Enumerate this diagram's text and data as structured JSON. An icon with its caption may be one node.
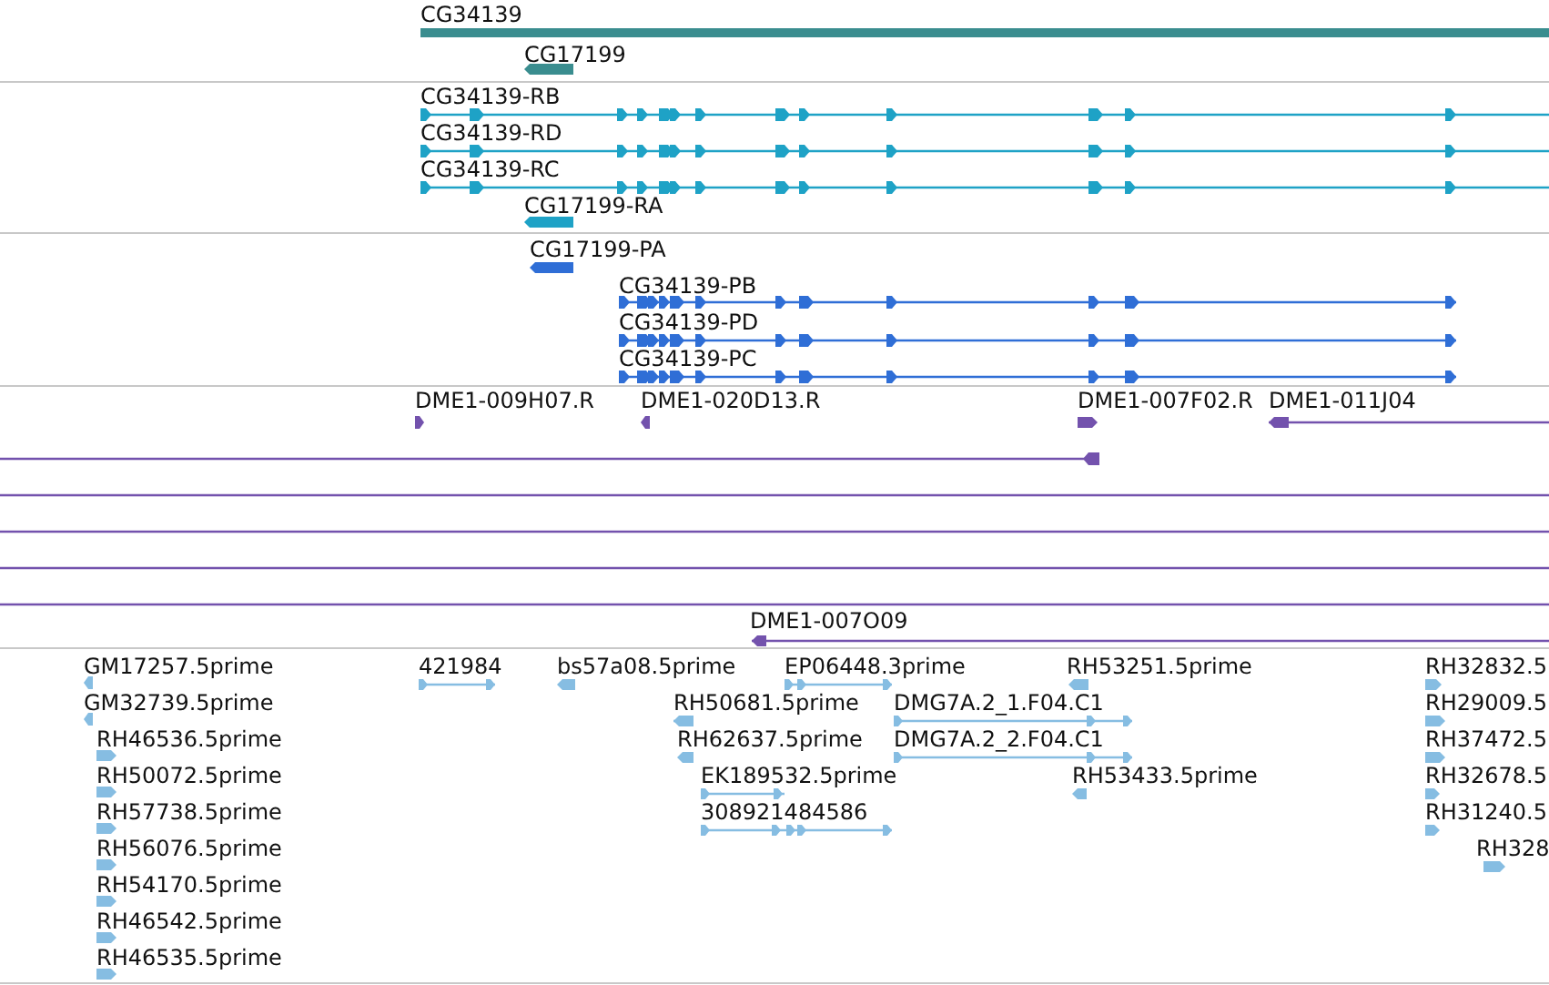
{
  "diagram": {
    "labels": [
      "CG34139",
      "CG17199",
      "CG34139-RB",
      "CG34139-RD",
      "CG34139-RC",
      "CG17199-RA",
      "CG17199-PA",
      "CG34139-PB",
      "CG34139-PD",
      "CG34139-PC",
      "DME1-009H07.R",
      "DME1-020D13.R",
      "DME1-007F02.R",
      "DME1-011J04",
      "DME1-007O09",
      "GM17257.5prime",
      "421984",
      "bs57a08.5prime",
      "EP06448.3prime",
      "RH53251.5prime",
      "RH32832.5",
      "GM32739.5prime",
      "RH50681.5prime",
      "DMG7A.2_1.F04.C1",
      "RH29009.5",
      "RH46536.5prime",
      "RH62637.5prime",
      "DMG7A.2_2.F04.C1",
      "RH37472.5",
      "RH50072.5prime",
      "EK189532.5prime",
      "RH53433.5prime",
      "RH32678.5",
      "RH57738.5prime",
      "308921484586",
      "RH31240.5",
      "RH56076.5prime",
      "RH328",
      "RH54170.5prime",
      "RH46542.5prime",
      "RH46535.5prime"
    ]
  }
}
